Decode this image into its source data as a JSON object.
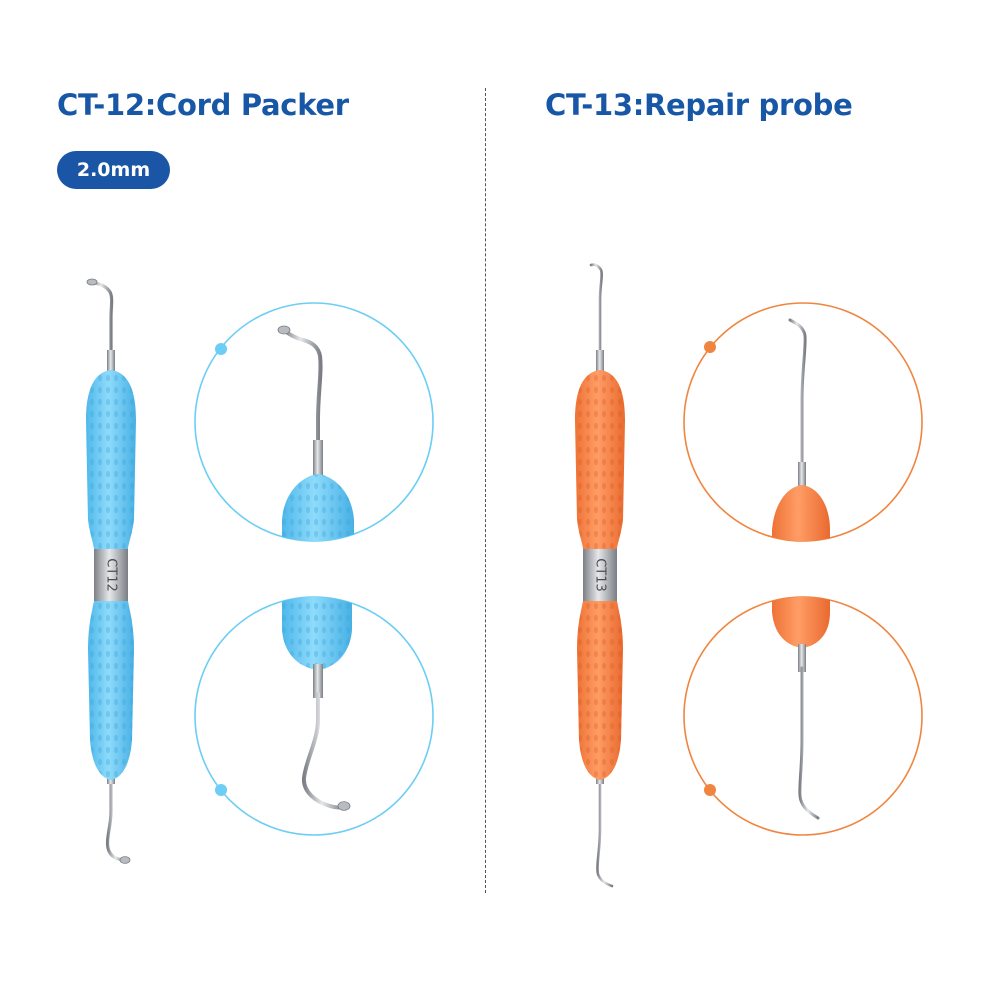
{
  "left_panel": {
    "title": "CT-12:Cord Packer",
    "size_badge": "2.0mm",
    "instrument_label": "CT12",
    "handle_color": "#6ccdf5",
    "ring_color": "#6ccdf5"
  },
  "right_panel": {
    "title": "CT-13:Repair probe",
    "instrument_label": "CT13",
    "handle_color": "#f78a50",
    "ring_color": "#f0853f"
  },
  "brand_color": "#1a56a5",
  "divider_style": "dashed"
}
